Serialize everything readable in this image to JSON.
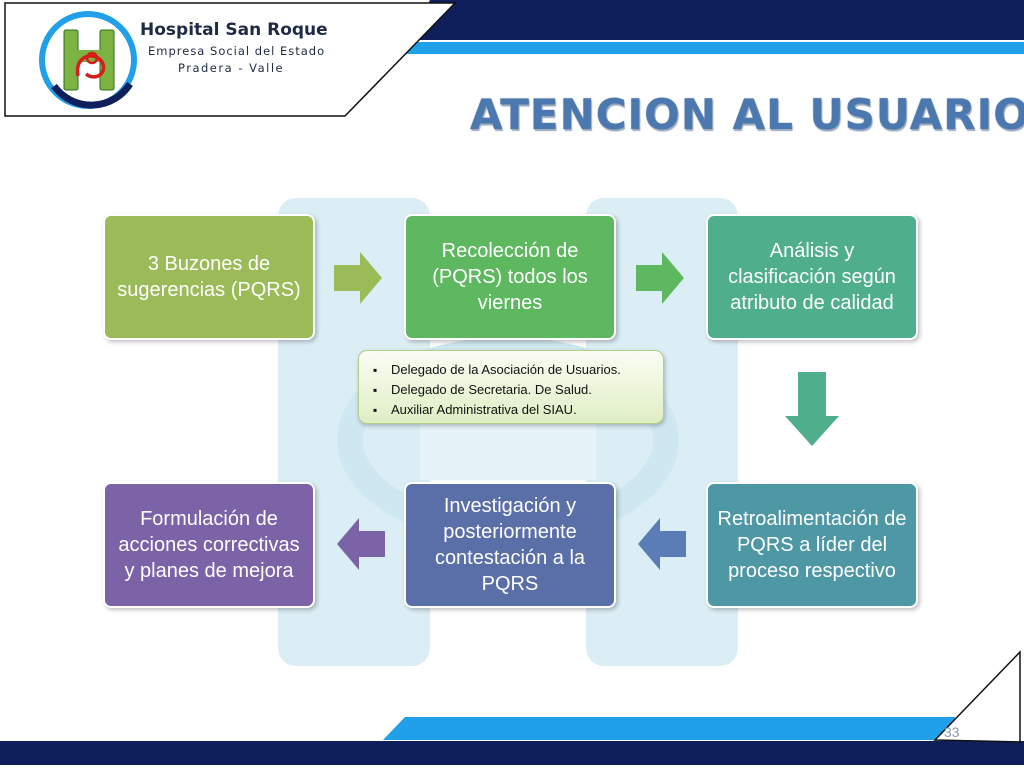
{
  "header": {
    "logo_name": "Hospital San Roque",
    "logo_subtitle": "Empresa Social del Estado",
    "logo_location": "Pradera - Valle",
    "logo_icon": "hospital-h-logo"
  },
  "title": "ATENCION AL USUARIO",
  "diagram": {
    "type": "process-flow",
    "steps": [
      {
        "label": "3 Buzones de sugerencias (PQRS)",
        "color": "#9bbb59"
      },
      {
        "label": "Recolección de (PQRS) todos los viernes",
        "color": "#5db860"
      },
      {
        "label": "Análisis y clasificación según atributo de calidad",
        "color": "#4fae8c"
      },
      {
        "label": "Retroalimentación de PQRS a líder del proceso respectivo",
        "color": "#4e97a4"
      },
      {
        "label": "Investigación y posteriormente contestación a la PQRS",
        "color": "#5a6ea8"
      },
      {
        "label": "Formulación de acciones correctivas y planes de mejora",
        "color": "#7c62a6"
      }
    ],
    "arrows": [
      {
        "from": 1,
        "to": 2,
        "direction": "right",
        "color": "#9bbb59"
      },
      {
        "from": 2,
        "to": 3,
        "direction": "right",
        "color": "#5db860"
      },
      {
        "from": 3,
        "to": 4,
        "direction": "down",
        "color": "#4fae8c"
      },
      {
        "from": 4,
        "to": 5,
        "direction": "left",
        "color": "#5a7db6"
      },
      {
        "from": 5,
        "to": 6,
        "direction": "left",
        "color": "#7c62a6"
      }
    ],
    "note_items": [
      "Delegado de la Asociación de Usuarios.",
      "Delegado de Secretaria. De Salud.",
      "Auxiliar  Administrativa del SIAU."
    ]
  },
  "footer": {
    "page_number": "33"
  },
  "colors": {
    "navy": "#0f1f5c",
    "accent_blue": "#1fa0e8",
    "watermark": "#dbeef5"
  }
}
